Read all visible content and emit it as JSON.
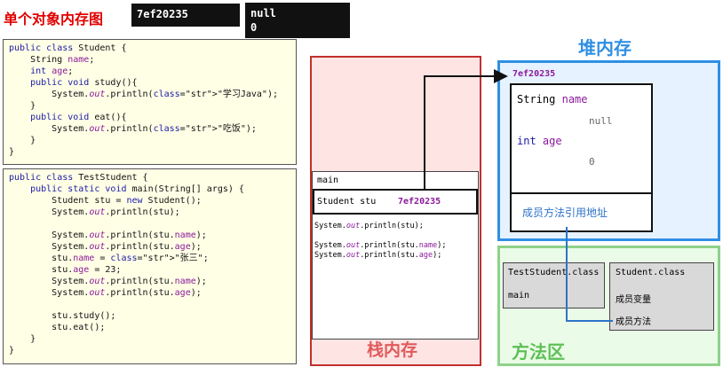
{
  "title": "单个对象内存图",
  "header_boxes": {
    "address": "7ef20235",
    "null_value": "null",
    "zero_value": "0"
  },
  "student_code": [
    "public class Student {",
    "    String name;",
    "    int age;",
    "    public void study(){",
    "        System.out.println(\"学习Java\");",
    "    }",
    "    public void eat(){",
    "        System.out.println(\"吃饭\");",
    "    }",
    "}"
  ],
  "test_code": [
    "public class TestStudent {",
    "    public static void main(String[] args) {",
    "        Student stu = new Student();",
    "        System.out.println(stu);",
    "",
    "        System.out.println(stu.name);",
    "        System.out.println(stu.age);",
    "        stu.name = \"张三\";",
    "        stu.age = 23;",
    "        System.out.println(stu.name);",
    "        System.out.println(stu.age);",
    "",
    "        stu.study();",
    "        stu.eat();",
    "    }",
    "}"
  ],
  "stack": {
    "label": "栈内存",
    "frame_name": "main",
    "var_name": "Student stu",
    "var_value": "7ef20235",
    "statements": [
      "System.out.println(stu);",
      "",
      "System.out.println(stu.name);",
      "System.out.println(stu.age);"
    ]
  },
  "heap": {
    "label": "堆内存",
    "address": "7ef20235",
    "field1_type": "String",
    "field1_name": "name",
    "field1_value": "null",
    "field2_type": "int",
    "field2_name": "age",
    "field2_value": "0",
    "method_ref": "成员方法引用地址"
  },
  "method_area": {
    "label": "方法区",
    "class1_name": "TestStudent.class",
    "class1_method": "main",
    "class2_name": "Student.class",
    "class2_fields": "成员变量",
    "class2_methods": "成员方法"
  },
  "colors": {
    "title": "#e00000",
    "stack_border": "#c0302c",
    "heap_border": "#2f8fe3",
    "method_border": "#8fd18a",
    "arrow": "#111111",
    "link": "#2f73c9"
  }
}
